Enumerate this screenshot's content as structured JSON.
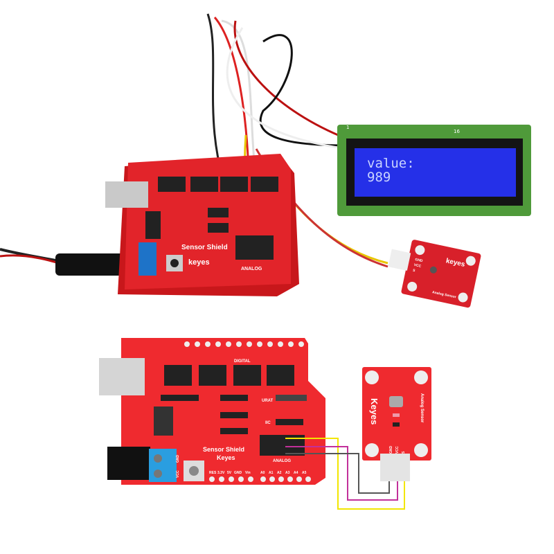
{
  "photo": {
    "lcd": {
      "line1": "value:",
      "line2": "989",
      "pin_first": "1",
      "pin_last": "16"
    },
    "shield": {
      "title": "Sensor Shield",
      "brand": "keyes",
      "analog_label": "ANALOG"
    },
    "sensor": {
      "brand": "keyes",
      "name": "Analog Sensor",
      "pins": [
        "GND",
        "VCC",
        "S"
      ]
    }
  },
  "diagram": {
    "shield": {
      "title": "Sensor Shield",
      "brand": "Keyes",
      "digital_label": "DIGITAL",
      "analog_label": "ANALOG",
      "uart_label": "URAT",
      "iic_label": "IIC",
      "power_pins": [
        "RES",
        "3.3V",
        "5V",
        "GND",
        "Vin"
      ],
      "analog_pins": [
        "A0",
        "A1",
        "A2",
        "A3",
        "A4",
        "A5"
      ],
      "terminal_labels": [
        "GND",
        "VCC"
      ]
    },
    "sensor": {
      "brand": "Keyes",
      "name": "Analog Sensor",
      "pins": [
        "GND",
        "VCC",
        "S"
      ]
    },
    "wire_colors": {
      "signal": "#f2e600",
      "vcc": "#c2309a",
      "gnd": "#555555"
    }
  }
}
